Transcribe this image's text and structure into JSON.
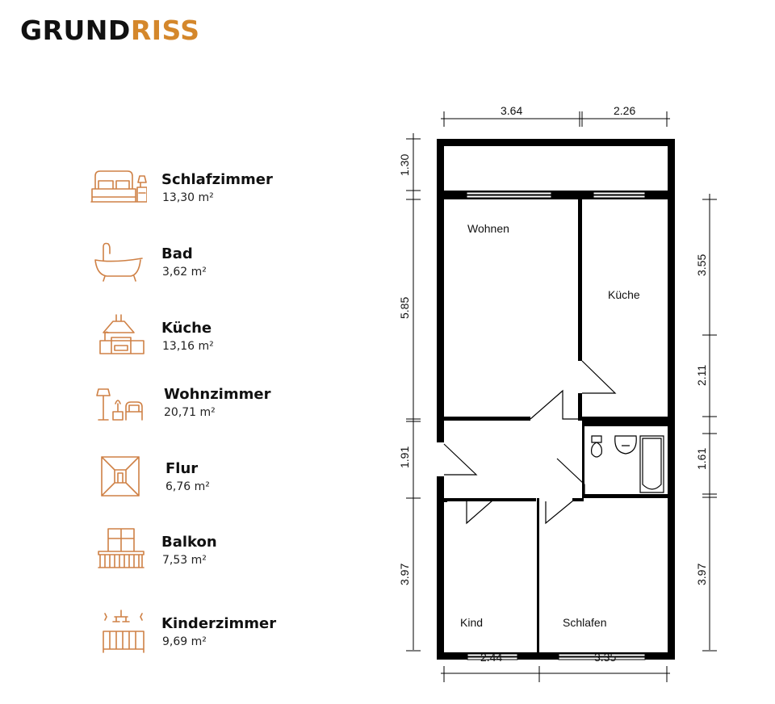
{
  "header": {
    "title_part1": "GRUND",
    "title_part2": "RISS"
  },
  "colors": {
    "accent": "#d4872b",
    "icon": "#cf8146",
    "wall": "#000000"
  },
  "rooms": [
    {
      "name": "Schlafzimmer",
      "area": "13,30 m²",
      "icon": "bed-icon"
    },
    {
      "name": "Bad",
      "area": "3,62 m²",
      "icon": "bathtub-icon"
    },
    {
      "name": "Küche",
      "area": "13,16 m²",
      "icon": "kitchen-icon"
    },
    {
      "name": "Wohnzimmer",
      "area": "20,71 m²",
      "icon": "living-room-icon"
    },
    {
      "name": "Flur",
      "area": "6,76  m²",
      "icon": "hallway-icon"
    },
    {
      "name": "Balkon",
      "area": "7,53 m²",
      "icon": "balcony-icon"
    },
    {
      "name": "Kinderzimmer",
      "area": "9,69 m²",
      "icon": "crib-icon"
    }
  ],
  "plan": {
    "labels": {
      "wohnen": "Wohnen",
      "kueche": "Küche",
      "kind": "Kind",
      "schlafen": "Schlafen"
    },
    "dims": {
      "top": [
        "3.64",
        "2.26"
      ],
      "left": [
        "1.30",
        "5.85",
        "1.91",
        "3.97"
      ],
      "right": [
        "3.55",
        "2.11",
        "1.61",
        "3.97"
      ],
      "bottom": [
        "2.44",
        "3.35"
      ]
    }
  }
}
